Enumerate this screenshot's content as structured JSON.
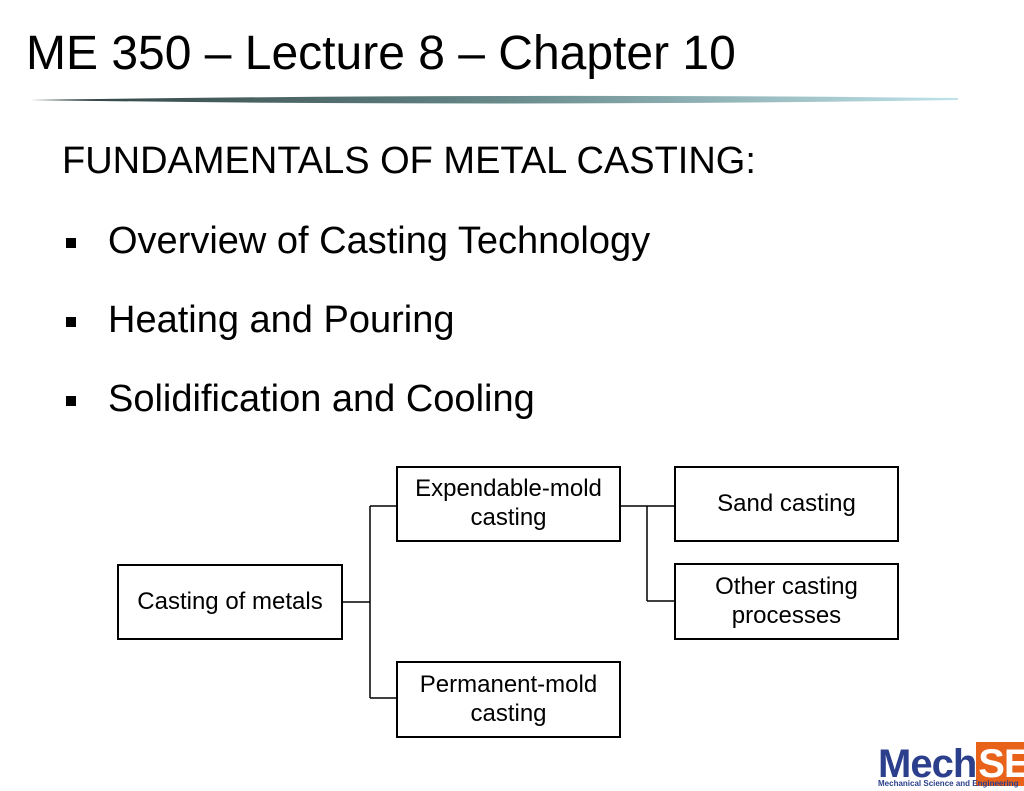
{
  "slide": {
    "title": "ME 350 – Lecture 8 – Chapter 10",
    "subtitle": "FUNDAMENTALS OF METAL CASTING:",
    "bullets": [
      "Overview of Casting Technology",
      "Heating and Pouring",
      "Solidification and Cooling"
    ]
  },
  "diagram": {
    "root": "Casting of metals",
    "expendable": "Expendable-mold casting",
    "permanent": "Permanent-mold casting",
    "sand": "Sand casting",
    "other": "Other casting processes"
  },
  "logo": {
    "mech": "Mech",
    "se": "SE",
    "subtitle": "Mechanical Science and Engineering"
  },
  "colors": {
    "logo_blue": "#2b3f8c",
    "logo_orange": "#e8621a",
    "rule_dark": "#2f3f3f",
    "rule_light": "#bfe3ea"
  }
}
